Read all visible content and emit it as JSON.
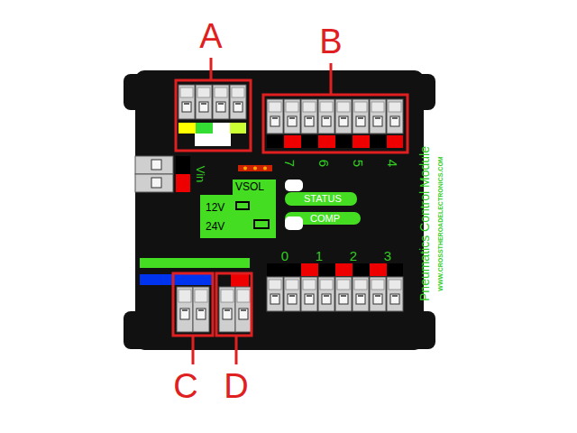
{
  "diagram": {
    "nodes": [
      {
        "text": [
          "VSOL",
          "12V",
          "24V"
        ]
      },
      {
        "text": [
          "STATUS"
        ]
      },
      {
        "text": [
          "COMP"
        ]
      }
    ],
    "labels": [
      "A",
      "B",
      "7",
      "6",
      "5",
      "4",
      "Vin",
      "0",
      "1",
      "2",
      "3",
      "Pneumatics Control Module",
      "WWW.CROSSTHEROADELECTRONICS.COM",
      "C",
      "D"
    ]
  }
}
